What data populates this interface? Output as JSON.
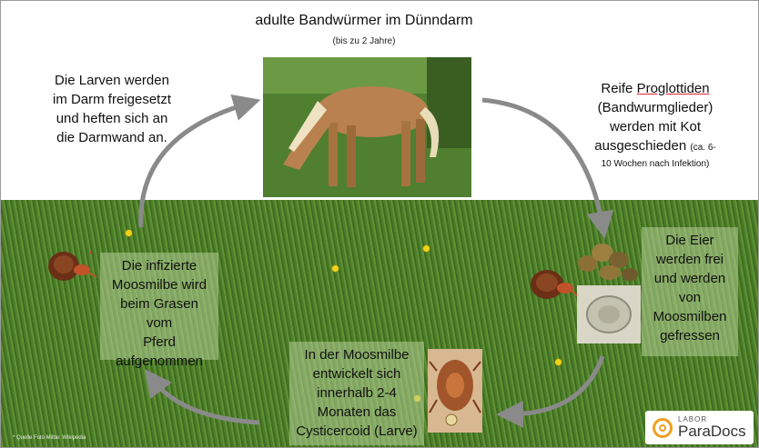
{
  "title": "adulte Bandwürmer im Dünndarm",
  "subtitle": "(bis zu 2 Jahre)",
  "steps": {
    "larvae": [
      "Die Larven werden",
      "im Darm freigesetzt",
      "und heften sich an",
      "die Darmwand an."
    ],
    "proglottids": {
      "line1a": "Reife ",
      "line1b": "Proglottiden",
      "line2": "(Bandwurmglieder)",
      "line3": "werden mit Kot",
      "line4a": "ausgeschieden ",
      "line4b": "(ca. 6-",
      "line5": "10 Wochen nach Infektion)"
    },
    "eggs": [
      "Die Eier",
      "werden frei",
      "und werden",
      "von",
      "Moosmilben",
      "gefressen"
    ],
    "mite_develop": [
      "In der Moosmilbe",
      "entwickelt sich",
      "innerhalb 2-4",
      "Monaten das",
      "Cysticercoid (Larve)"
    ],
    "infected_mite": [
      "Die infizierte",
      "Moosmilbe wird",
      "beim Grasen vom",
      "Pferd",
      "aufgenommen"
    ]
  },
  "credit": "* Quelle Foto Milbe: Wikipedia",
  "logo": {
    "small": "LABOR",
    "big": "ParaDocs"
  },
  "colors": {
    "arrow": "#8a8a8a",
    "box": "#b4cd96",
    "logo_accent": "#f0a020"
  }
}
